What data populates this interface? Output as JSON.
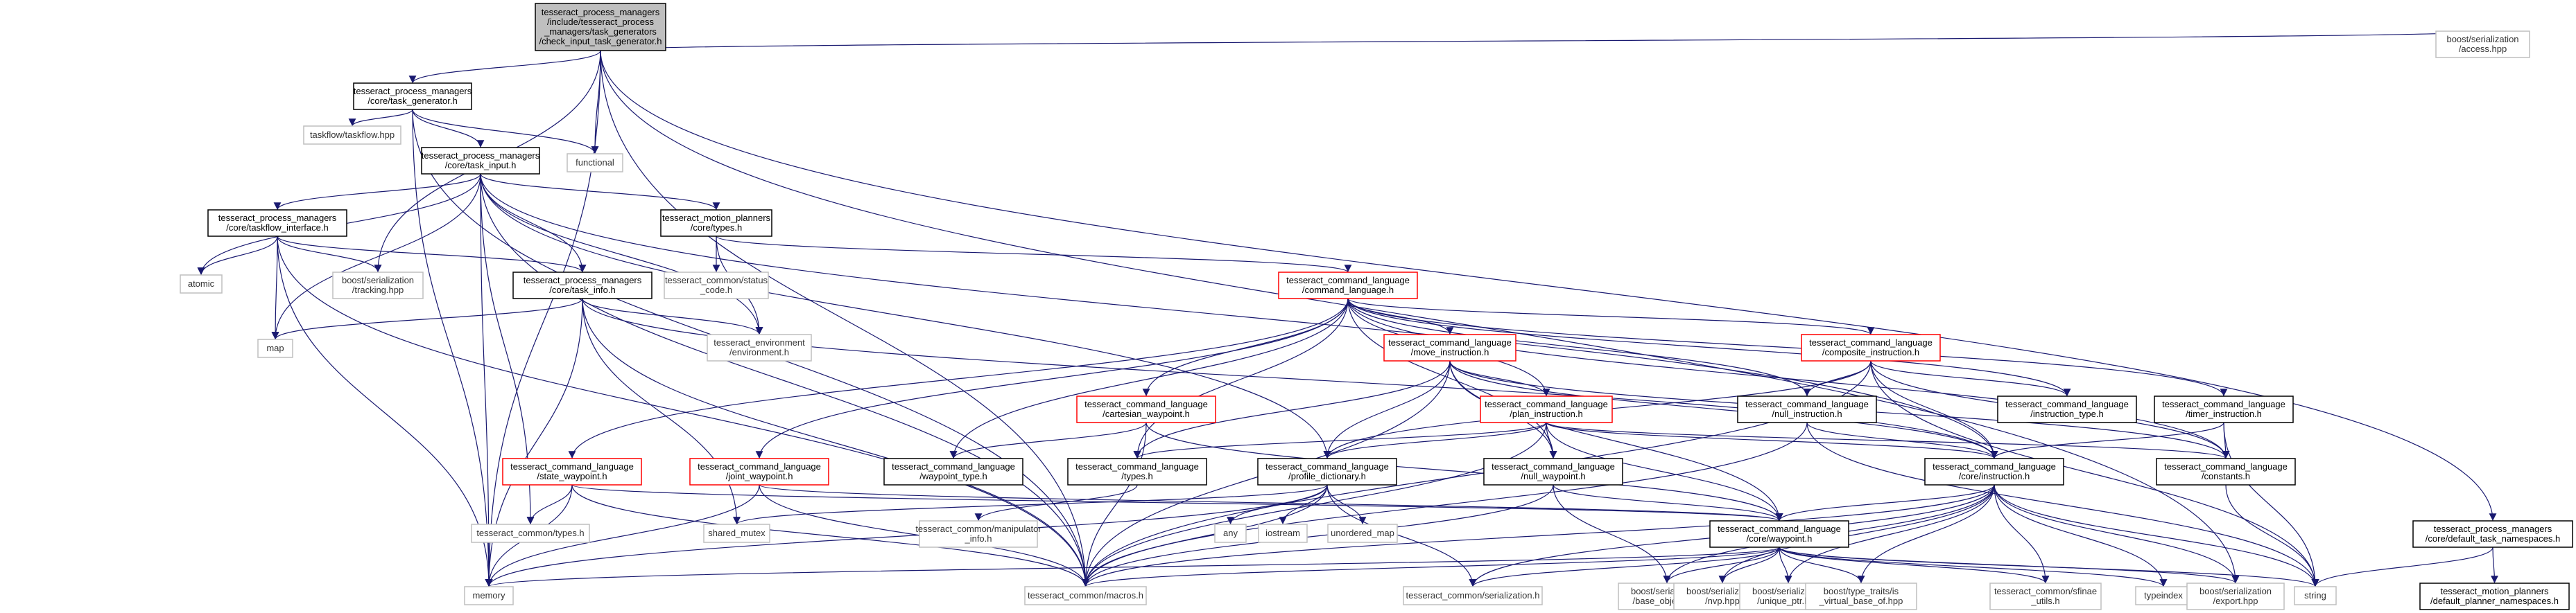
{
  "colors": {
    "edge": "#191970",
    "root_fill": "#bfbfbf",
    "red_border": "#ff0000",
    "gray_border": "#bfbfbf"
  },
  "nodes": [
    {
      "id": "root",
      "style": "root",
      "lines": [
        "tesseract_process_managers",
        "/include/tesseract_process",
        "_managers/task_generators",
        "/check_input_task_generator.h"
      ]
    },
    {
      "id": "task_generator",
      "style": "normal",
      "lines": [
        "tesseract_process_managers",
        "/core/task_generator.h"
      ]
    },
    {
      "id": "taskflow",
      "style": "gray",
      "lines": [
        "taskflow/taskflow.hpp"
      ]
    },
    {
      "id": "functional",
      "style": "gray",
      "lines": [
        "functional"
      ]
    },
    {
      "id": "task_input",
      "style": "normal",
      "lines": [
        "tesseract_process_managers",
        "/core/task_input.h"
      ]
    },
    {
      "id": "taskflow_interface",
      "style": "normal",
      "lines": [
        "tesseract_process_managers",
        "/core/taskflow_interface.h"
      ]
    },
    {
      "id": "atomic",
      "style": "gray",
      "lines": [
        "atomic"
      ]
    },
    {
      "id": "tracking",
      "style": "gray",
      "lines": [
        "boost/serialization",
        "/tracking.hpp"
      ]
    },
    {
      "id": "map",
      "style": "gray",
      "lines": [
        "map"
      ]
    },
    {
      "id": "task_info",
      "style": "normal",
      "lines": [
        "tesseract_process_managers",
        "/core/task_info.h"
      ]
    },
    {
      "id": "mp_types",
      "style": "normal",
      "lines": [
        "tesseract_motion_planners",
        "/core/types.h"
      ]
    },
    {
      "id": "status_code",
      "style": "gray",
      "lines": [
        "tesseract_common/status",
        "_code.h"
      ]
    },
    {
      "id": "environment",
      "style": "gray",
      "lines": [
        "tesseract_environment",
        "/environment.h"
      ]
    },
    {
      "id": "command_language",
      "style": "red",
      "lines": [
        "tesseract_command_language",
        "/command_language.h"
      ]
    },
    {
      "id": "move_instruction",
      "style": "red",
      "lines": [
        "tesseract_command_language",
        "/move_instruction.h"
      ]
    },
    {
      "id": "composite_instruction",
      "style": "red",
      "lines": [
        "tesseract_command_language",
        "/composite_instruction.h"
      ]
    },
    {
      "id": "cartesian_waypoint",
      "style": "red",
      "lines": [
        "tesseract_command_language",
        "/cartesian_waypoint.h"
      ]
    },
    {
      "id": "plan_instruction",
      "style": "red",
      "lines": [
        "tesseract_command_language",
        "/plan_instruction.h"
      ]
    },
    {
      "id": "null_instruction",
      "style": "normal",
      "lines": [
        "tesseract_command_language",
        "/null_instruction.h"
      ]
    },
    {
      "id": "instruction_type",
      "style": "normal",
      "lines": [
        "tesseract_command_language",
        "/instruction_type.h"
      ]
    },
    {
      "id": "timer_instruction",
      "style": "normal",
      "lines": [
        "tesseract_command_language",
        "/timer_instruction.h"
      ]
    },
    {
      "id": "state_waypoint",
      "style": "red",
      "lines": [
        "tesseract_command_language",
        "/state_waypoint.h"
      ]
    },
    {
      "id": "joint_waypoint",
      "style": "red",
      "lines": [
        "tesseract_command_language",
        "/joint_waypoint.h"
      ]
    },
    {
      "id": "waypoint_type",
      "style": "normal",
      "lines": [
        "tesseract_command_language",
        "/waypoint_type.h"
      ]
    },
    {
      "id": "cl_types",
      "style": "normal",
      "lines": [
        "tesseract_command_language",
        "/types.h"
      ]
    },
    {
      "id": "profile_dictionary",
      "style": "normal",
      "lines": [
        "tesseract_command_language",
        "/profile_dictionary.h"
      ]
    },
    {
      "id": "null_waypoint",
      "style": "normal",
      "lines": [
        "tesseract_command_language",
        "/null_waypoint.h"
      ]
    },
    {
      "id": "core_instruction",
      "style": "normal",
      "lines": [
        "tesseract_command_language",
        "/core/instruction.h"
      ]
    },
    {
      "id": "constants",
      "style": "normal",
      "lines": [
        "tesseract_command_language",
        "/constants.h"
      ]
    },
    {
      "id": "common_types",
      "style": "gray",
      "lines": [
        "tesseract_common/types.h"
      ]
    },
    {
      "id": "shared_mutex",
      "style": "gray",
      "lines": [
        "shared_mutex"
      ]
    },
    {
      "id": "manipulator_info",
      "style": "gray",
      "lines": [
        "tesseract_common/manipulator",
        "_info.h"
      ]
    },
    {
      "id": "any",
      "style": "gray",
      "lines": [
        "any"
      ]
    },
    {
      "id": "iostream",
      "style": "gray",
      "lines": [
        "iostream"
      ]
    },
    {
      "id": "unordered_map",
      "style": "gray",
      "lines": [
        "unordered_map"
      ]
    },
    {
      "id": "core_waypoint",
      "style": "normal",
      "lines": [
        "tesseract_command_language",
        "/core/waypoint.h"
      ]
    },
    {
      "id": "memory",
      "style": "gray",
      "lines": [
        "memory"
      ]
    },
    {
      "id": "macros",
      "style": "gray",
      "lines": [
        "tesseract_common/macros.h"
      ]
    },
    {
      "id": "common_serialization",
      "style": "gray",
      "lines": [
        "tesseract_common/serialization.h"
      ]
    },
    {
      "id": "base_object",
      "style": "gray",
      "lines": [
        "boost/serialization",
        "/base_object.hpp"
      ]
    },
    {
      "id": "nvp",
      "style": "gray",
      "lines": [
        "boost/serialization",
        "/nvp.hpp"
      ]
    },
    {
      "id": "unique_ptr",
      "style": "gray",
      "lines": [
        "boost/serialization",
        "/unique_ptr.hpp"
      ]
    },
    {
      "id": "is_virtual_base",
      "style": "gray",
      "lines": [
        "boost/type_traits/is",
        "_virtual_base_of.hpp"
      ]
    },
    {
      "id": "sfinae_utils",
      "style": "gray",
      "lines": [
        "tesseract_common/sfinae",
        "_utils.h"
      ]
    },
    {
      "id": "typeindex",
      "style": "gray",
      "lines": [
        "typeindex"
      ]
    },
    {
      "id": "export",
      "style": "gray",
      "lines": [
        "boost/serialization",
        "/export.hpp"
      ]
    },
    {
      "id": "string",
      "style": "gray",
      "lines": [
        "string"
      ]
    },
    {
      "id": "access",
      "style": "gray",
      "lines": [
        "boost/serialization",
        "/access.hpp"
      ]
    },
    {
      "id": "default_task_namespaces",
      "style": "normal",
      "lines": [
        "tesseract_process_managers",
        "/core/default_task_namespaces.h"
      ]
    },
    {
      "id": "default_planner_namespaces",
      "style": "normal",
      "lines": [
        "tesseract_motion_planners",
        "/default_planner_namespaces.h"
      ]
    }
  ],
  "edges": [
    [
      "root",
      "task_generator"
    ],
    [
      "root",
      "functional"
    ],
    [
      "root",
      "memory"
    ],
    [
      "root",
      "macros"
    ],
    [
      "root",
      "export"
    ],
    [
      "root",
      "access"
    ],
    [
      "root",
      "default_task_namespaces"
    ],
    [
      "root",
      "tracking"
    ],
    [
      "task_generator",
      "taskflow"
    ],
    [
      "task_generator",
      "functional"
    ],
    [
      "task_generator",
      "task_input"
    ],
    [
      "task_generator",
      "memory"
    ],
    [
      "task_generator",
      "macros"
    ],
    [
      "task_input",
      "taskflow_interface"
    ],
    [
      "task_input",
      "task_info"
    ],
    [
      "task_input",
      "mp_types"
    ],
    [
      "task_input",
      "atomic"
    ],
    [
      "task_input",
      "map"
    ],
    [
      "task_input",
      "memory"
    ],
    [
      "task_input",
      "macros"
    ],
    [
      "task_input",
      "core_instruction"
    ],
    [
      "task_input",
      "environment"
    ],
    [
      "task_input",
      "profile_dictionary"
    ],
    [
      "task_input",
      "common_types"
    ],
    [
      "taskflow_interface",
      "atomic"
    ],
    [
      "taskflow_interface",
      "tracking"
    ],
    [
      "taskflow_interface",
      "map"
    ],
    [
      "taskflow_interface",
      "memory"
    ],
    [
      "taskflow_interface",
      "macros"
    ],
    [
      "taskflow_interface",
      "task_info"
    ],
    [
      "task_info",
      "map"
    ],
    [
      "task_info",
      "environment"
    ],
    [
      "task_info",
      "shared_mutex"
    ],
    [
      "task_info",
      "memory"
    ],
    [
      "task_info",
      "macros"
    ],
    [
      "task_info",
      "core_instruction"
    ],
    [
      "mp_types",
      "status_code"
    ],
    [
      "mp_types",
      "environment"
    ],
    [
      "mp_types",
      "command_language"
    ],
    [
      "command_language",
      "move_instruction"
    ],
    [
      "command_language",
      "composite_instruction"
    ],
    [
      "command_language",
      "cartesian_waypoint"
    ],
    [
      "command_language",
      "plan_instruction"
    ],
    [
      "command_language",
      "null_instruction"
    ],
    [
      "command_language",
      "instruction_type"
    ],
    [
      "command_language",
      "timer_instruction"
    ],
    [
      "command_language",
      "state_waypoint"
    ],
    [
      "command_language",
      "joint_waypoint"
    ],
    [
      "command_language",
      "waypoint_type"
    ],
    [
      "command_language",
      "cl_types"
    ],
    [
      "command_language",
      "null_waypoint"
    ],
    [
      "command_language",
      "constants"
    ],
    [
      "move_instruction",
      "plan_instruction"
    ],
    [
      "move_instruction",
      "profile_dictionary"
    ],
    [
      "move_instruction",
      "cl_types"
    ],
    [
      "move_instruction",
      "core_instruction"
    ],
    [
      "move_instruction",
      "core_waypoint"
    ],
    [
      "move_instruction",
      "null_waypoint"
    ],
    [
      "move_instruction",
      "constants"
    ],
    [
      "move_instruction",
      "macros"
    ],
    [
      "composite_instruction",
      "null_instruction"
    ],
    [
      "composite_instruction",
      "instruction_type"
    ],
    [
      "composite_instruction",
      "core_instruction"
    ],
    [
      "composite_instruction",
      "profile_dictionary"
    ],
    [
      "composite_instruction",
      "constants"
    ],
    [
      "composite_instruction",
      "string"
    ],
    [
      "composite_instruction",
      "macros"
    ],
    [
      "cartesian_waypoint",
      "waypoint_type"
    ],
    [
      "cartesian_waypoint",
      "core_waypoint"
    ],
    [
      "cartesian_waypoint",
      "macros"
    ],
    [
      "plan_instruction",
      "profile_dictionary"
    ],
    [
      "plan_instruction",
      "null_waypoint"
    ],
    [
      "plan_instruction",
      "core_waypoint"
    ],
    [
      "plan_instruction",
      "core_instruction"
    ],
    [
      "plan_instruction",
      "constants"
    ],
    [
      "plan_instruction",
      "cl_types"
    ],
    [
      "plan_instruction",
      "macros"
    ],
    [
      "null_instruction",
      "core_instruction"
    ],
    [
      "null_instruction",
      "macros"
    ],
    [
      "null_instruction",
      "string"
    ],
    [
      "timer_instruction",
      "core_instruction"
    ],
    [
      "timer_instruction",
      "constants"
    ],
    [
      "timer_instruction",
      "string"
    ],
    [
      "state_waypoint",
      "common_types"
    ],
    [
      "state_waypoint",
      "core_waypoint"
    ],
    [
      "state_waypoint",
      "memory"
    ],
    [
      "state_waypoint",
      "macros"
    ],
    [
      "joint_waypoint",
      "core_waypoint"
    ],
    [
      "joint_waypoint",
      "memory"
    ],
    [
      "joint_waypoint",
      "macros"
    ],
    [
      "cl_types",
      "manipulator_info"
    ],
    [
      "profile_dictionary",
      "any"
    ],
    [
      "profile_dictionary",
      "iostream"
    ],
    [
      "profile_dictionary",
      "unordered_map"
    ],
    [
      "profile_dictionary",
      "shared_mutex"
    ],
    [
      "profile_dictionary",
      "memory"
    ],
    [
      "profile_dictionary",
      "macros"
    ],
    [
      "profile_dictionary",
      "common_serialization"
    ],
    [
      "null_waypoint",
      "core_waypoint"
    ],
    [
      "null_waypoint",
      "macros"
    ],
    [
      "null_waypoint",
      "base_object"
    ],
    [
      "core_instruction",
      "core_waypoint"
    ],
    [
      "core_instruction",
      "macros"
    ],
    [
      "core_instruction",
      "common_serialization"
    ],
    [
      "core_instruction",
      "base_object"
    ],
    [
      "core_instruction",
      "nvp"
    ],
    [
      "core_instruction",
      "unique_ptr"
    ],
    [
      "core_instruction",
      "is_virtual_base"
    ],
    [
      "core_instruction",
      "sfinae_utils"
    ],
    [
      "core_instruction",
      "typeindex"
    ],
    [
      "core_instruction",
      "export"
    ],
    [
      "core_instruction",
      "string"
    ],
    [
      "constants",
      "string"
    ],
    [
      "core_waypoint",
      "macros"
    ],
    [
      "core_waypoint",
      "common_serialization"
    ],
    [
      "core_waypoint",
      "base_object"
    ],
    [
      "core_waypoint",
      "nvp"
    ],
    [
      "core_waypoint",
      "unique_ptr"
    ],
    [
      "core_waypoint",
      "is_virtual_base"
    ],
    [
      "core_waypoint",
      "sfinae_utils"
    ],
    [
      "core_waypoint",
      "typeindex"
    ],
    [
      "core_waypoint",
      "export"
    ],
    [
      "core_waypoint",
      "string"
    ],
    [
      "core_waypoint",
      "memory"
    ],
    [
      "default_task_namespaces",
      "string"
    ],
    [
      "default_task_namespaces",
      "default_planner_namespaces"
    ]
  ]
}
